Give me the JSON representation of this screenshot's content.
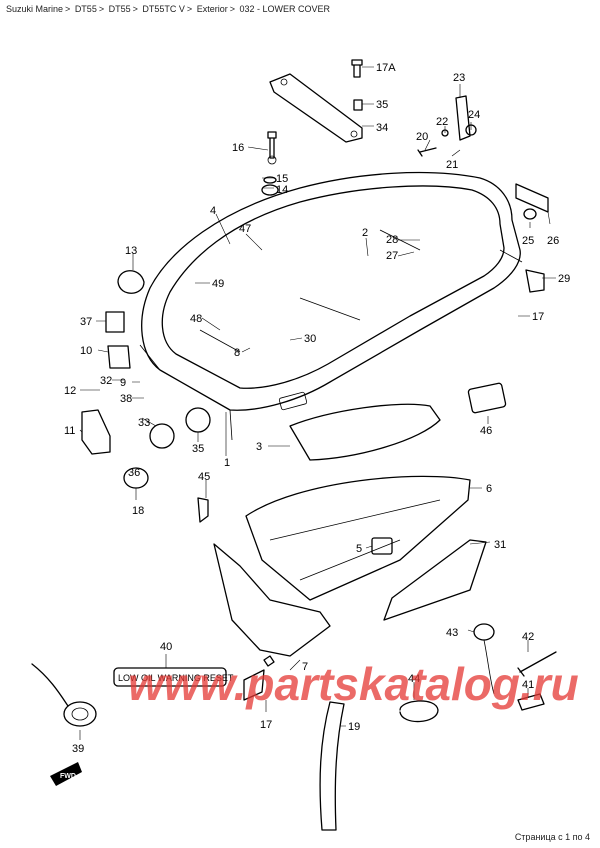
{
  "breadcrumb": {
    "items": [
      "Suzuki Marine",
      "DT55",
      "DT55",
      "DT55TC V",
      "Exterior",
      "032 - LOWER COVER"
    ],
    "separator": ">"
  },
  "diagram": {
    "callouts": [
      "17A",
      "35",
      "34",
      "23",
      "22",
      "24",
      "20",
      "21",
      "16",
      "15",
      "14",
      "25",
      "26",
      "4",
      "47",
      "2",
      "28",
      "27",
      "13",
      "29",
      "49",
      "17",
      "37",
      "48",
      "30",
      "8",
      "10",
      "32",
      "9",
      "38",
      "12",
      "33",
      "11",
      "35",
      "3",
      "1",
      "46",
      "36",
      "45",
      "6",
      "18",
      "5",
      "31",
      "40",
      "43",
      "42",
      "44",
      "41",
      "17",
      "7",
      "39",
      "19"
    ],
    "decal_text": "LOW OIL WARNING RESET",
    "fwd_label": "FWD"
  },
  "watermark": "www.partskatalog.ru",
  "pagination": "Страница с 1 по 4"
}
